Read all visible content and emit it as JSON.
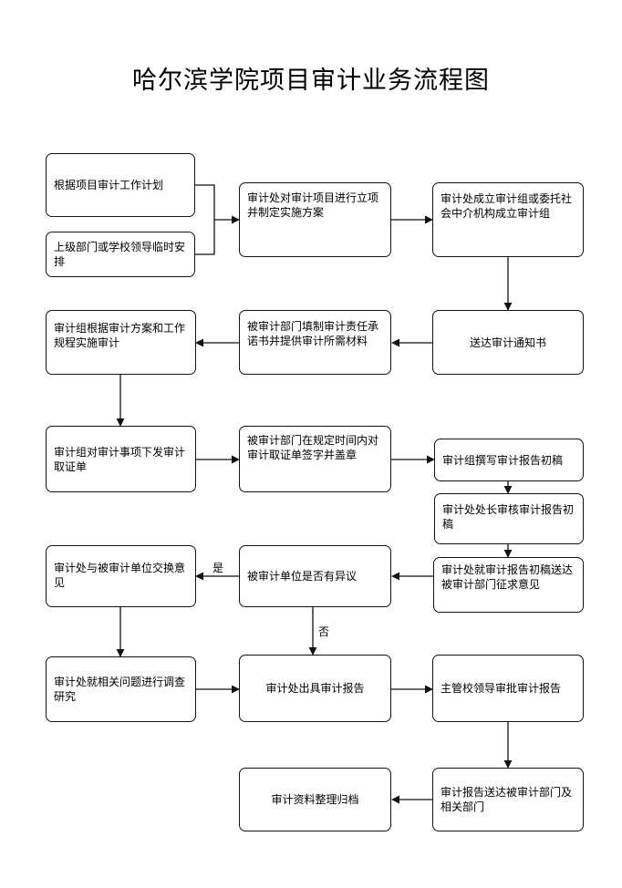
{
  "title": "哈尔滨学院项目审计业务流程图",
  "nodes": {
    "n1": "根据项目审计工作计划",
    "n2": "上级部门或学校领导临时安排",
    "n3": "审计处对审计项目进行立项并制定实施方案",
    "n4": "审计处成立审计组或委托社会中介机构成立审计组",
    "n5": "送达审计通知书",
    "n6": "被审计部门填制审计责任承诺书并提供审计所需材料",
    "n7": "审计组根据审计方案和工作规程实施审计",
    "n8": "审计组对审计事项下发审计取证单",
    "n9": "被审计部门在规定时间内对审计取证单签字并盖章",
    "n10": "审计组撰写审计报告初稿",
    "n11": "审计处处长审核审计报告初稿",
    "n12": "审计处就审计报告初稿送达被审计部门征求意见",
    "n13": "被审计单位是否有异议",
    "n14": "审计处与被审计单位交换意见",
    "n15": "审计处就相关问题进行调查研究",
    "n16": "审计处出具审计报告",
    "n17": "主管校领导审批审计报告",
    "n18": "审计报告送达被审计部门及相关部门",
    "n19": "审计资料整理归档"
  },
  "edge_labels": {
    "yes": "是",
    "no": "否"
  }
}
